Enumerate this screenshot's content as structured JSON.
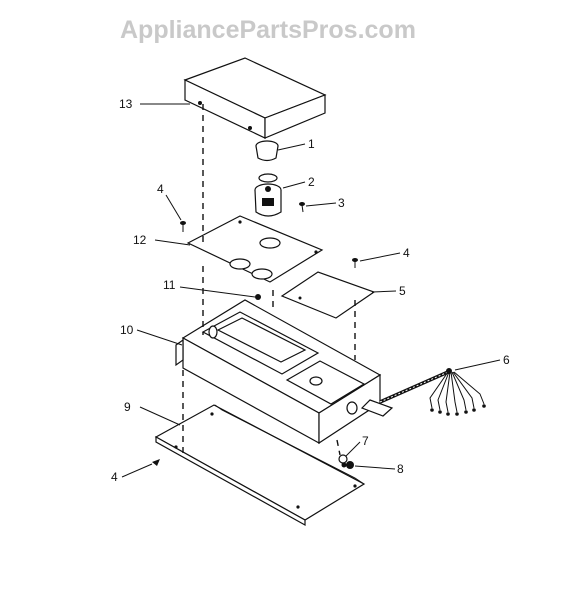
{
  "watermark": "AppliancePartsPros.com",
  "callouts": {
    "c1": "1",
    "c2": "2",
    "c3": "3",
    "c4a": "4",
    "c4b": "4",
    "c4c": "4",
    "c5": "5",
    "c6": "6",
    "c7": "7",
    "c8": "8",
    "c9": "9",
    "c10": "10",
    "c11": "11",
    "c12": "12",
    "c13": "13"
  }
}
